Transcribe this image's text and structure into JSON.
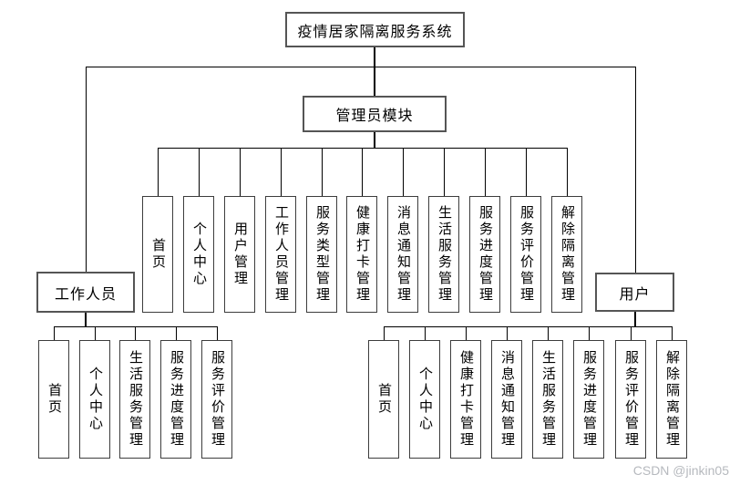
{
  "diagram": {
    "root": "疫情居家隔离服务系统",
    "admin": {
      "label": "管理员模块",
      "children": [
        "首页",
        "个人中心",
        "用户管理",
        "工作人员管理",
        "服务类型管理",
        "健康打卡管理",
        "消息通知管理",
        "生活服务管理",
        "服务进度管理",
        "服务评价管理",
        "解除隔离管理"
      ]
    },
    "staff": {
      "label": "工作人员",
      "children": [
        "首页",
        "个人中心",
        "生活服务管理",
        "服务进度管理",
        "服务评价管理"
      ]
    },
    "user": {
      "label": "用户",
      "children": [
        "首页",
        "个人中心",
        "健康打卡管理",
        "消息通知管理",
        "生活服务管理",
        "服务进度管理",
        "服务评价管理",
        "解除隔离管理"
      ]
    }
  },
  "watermark": "CSDN @jinkin05",
  "colors": {
    "background": "#ffffff",
    "line": "#000000",
    "box_border": "#3d3d3d",
    "text": "#000000",
    "watermark": "#b6b9be"
  }
}
